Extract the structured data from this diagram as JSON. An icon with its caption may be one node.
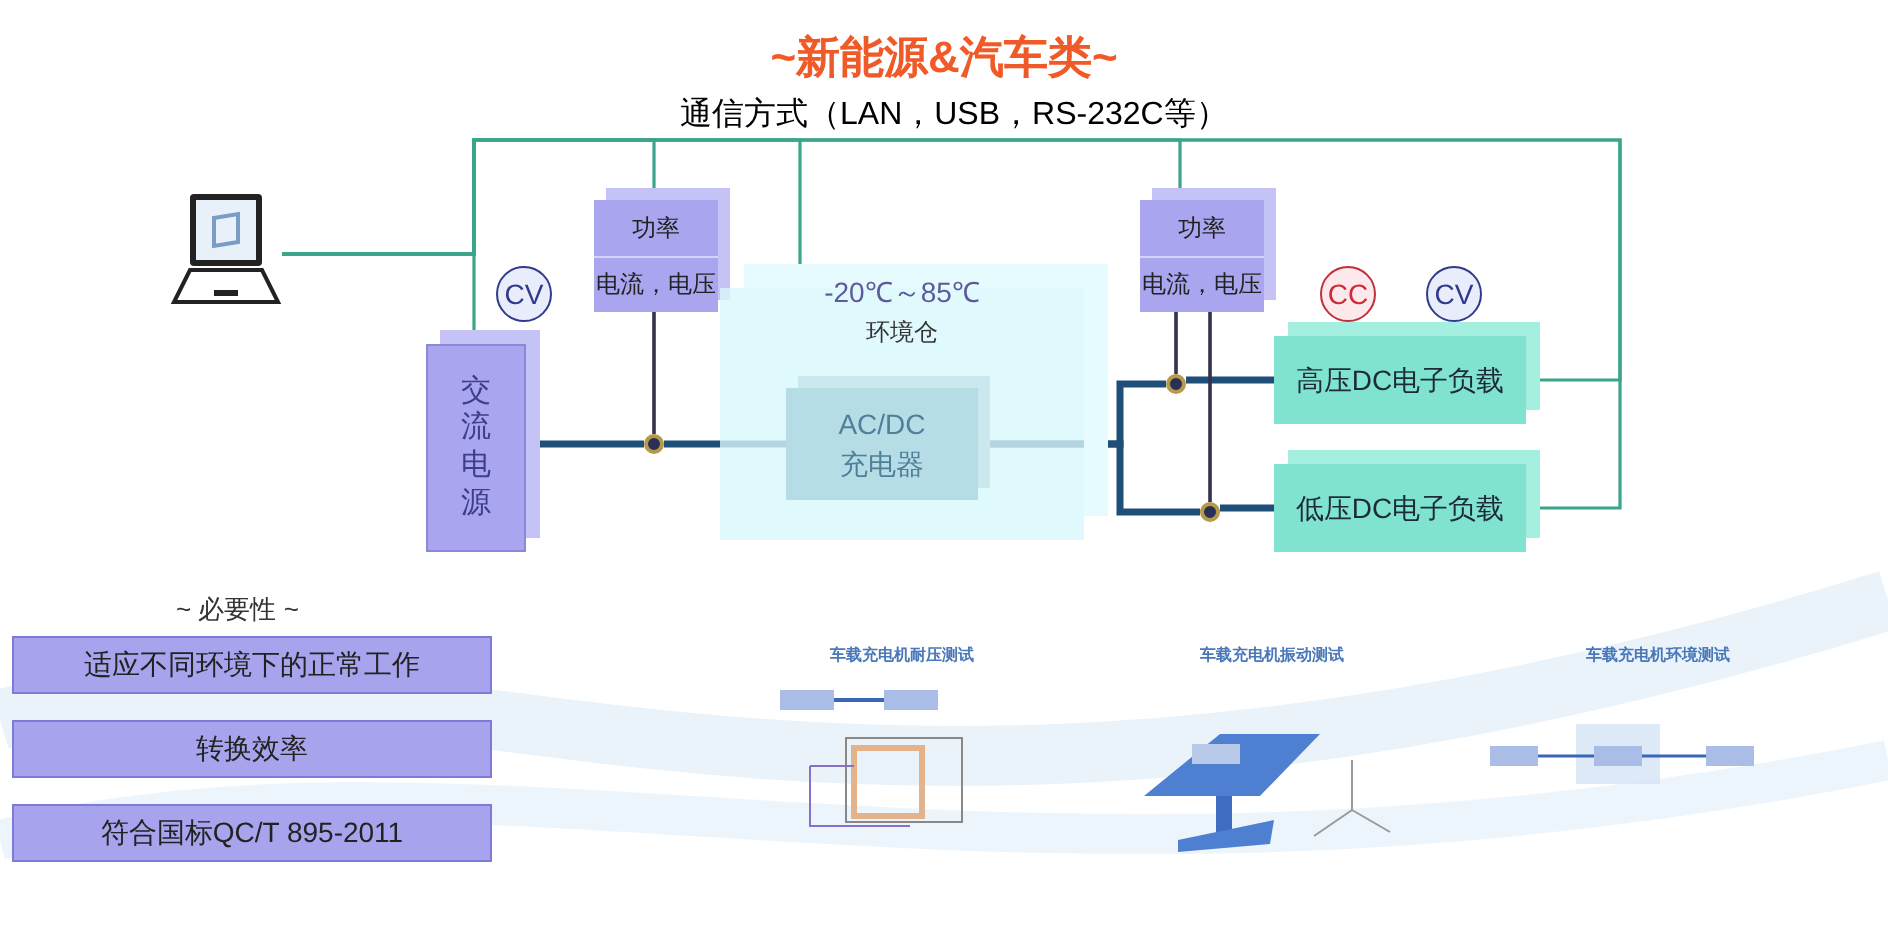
{
  "diagram": {
    "title": "~新能源&汽车类~",
    "nodes": [
      {
        "text": [],
        "shape": "picture"
      },
      {
        "text": [
          "交流电源"
        ]
      },
      {
        "text": [
          "功率",
          "电流，电压"
        ]
      },
      {
        "text": [
          "-20℃～85℃",
          "环境仓"
        ]
      },
      {
        "text": [
          "AC/DC 充电器"
        ],
        "in": 3
      },
      {
        "text": [
          "功率",
          "电流，电压"
        ]
      },
      {
        "text": [
          "高压DC电子负载"
        ]
      },
      {
        "text": [
          "低压DC电子负载"
        ]
      },
      {
        "text": [
          "CV"
        ]
      },
      {
        "text": [
          "CC"
        ]
      },
      {
        "text": [
          "CV"
        ]
      },
      {
        "text": [],
        "shape": "circle"
      },
      {
        "text": [],
        "shape": "circle"
      },
      {
        "text": [],
        "shape": "circle"
      },
      {
        "text": [
          "适应不同环境下的正常工作"
        ]
      },
      {
        "text": [
          "转换效率"
        ]
      },
      {
        "text": [
          "符合国标QC/T 895-2011"
        ]
      }
    ],
    "edges": [
      {
        "from": 0,
        "to": 1,
        "arrow": "none"
      },
      {
        "from": 0,
        "to": 2,
        "arrow": "none"
      },
      {
        "from": 0,
        "to": 3,
        "arrow": "none"
      },
      {
        "from": 0,
        "to": 5,
        "arrow": "none"
      },
      {
        "from": 0,
        "to": 6,
        "arrow": "none"
      },
      {
        "from": 0,
        "to": 7,
        "arrow": "none"
      },
      {
        "from": 1,
        "to": 11,
        "arrow": "none",
        "style": "thick",
        "color": "#1f4e79"
      },
      {
        "from": 11,
        "to": 4,
        "arrow": "none",
        "style": "thick",
        "color": "#1f4e79"
      },
      {
        "from": 4,
        "to": 12,
        "arrow": "none",
        "style": "thick",
        "color": "#1f4e79"
      },
      {
        "from": 12,
        "to": 6,
        "arrow": "none",
        "style": "thick",
        "color": "#1f4e79"
      },
      {
        "from": 4,
        "to": 13,
        "arrow": "none",
        "style": "thick",
        "color": "#1f4e79"
      },
      {
        "from": 13,
        "to": 7,
        "arrow": "none",
        "style": "thick",
        "color": "#1f4e79"
      },
      {
        "from": 2,
        "to": 11,
        "arrow": "none",
        "color": "#33334d"
      },
      {
        "from": 5,
        "to": 12,
        "arrow": "none",
        "color": "#33334d"
      },
      {
        "from": 5,
        "to": 13,
        "arrow": "none",
        "color": "#33334d"
      }
    ],
    "labels": [
      "通信方式（LAN，USB，RS-232C等）",
      "~ 必要性 ~",
      "车载充电机耐压测试",
      "车载充电机振动测试",
      "车载充电机环境测试"
    ]
  }
}
